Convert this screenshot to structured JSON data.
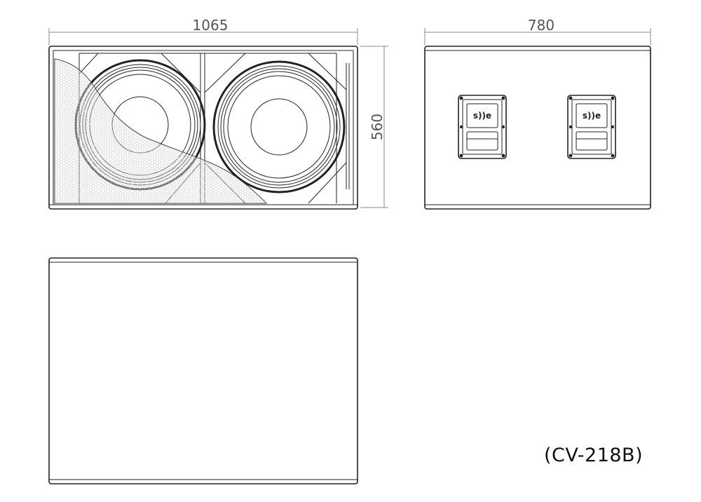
{
  "drawing": {
    "front_width_label": "1065",
    "side_depth_label": "780",
    "height_label": "560",
    "handle_logo_text": "s))e",
    "model_label": "(CV-218B)",
    "colors": {
      "line": "#222222",
      "dim_line": "#888888",
      "dim_text": "#555555"
    }
  }
}
